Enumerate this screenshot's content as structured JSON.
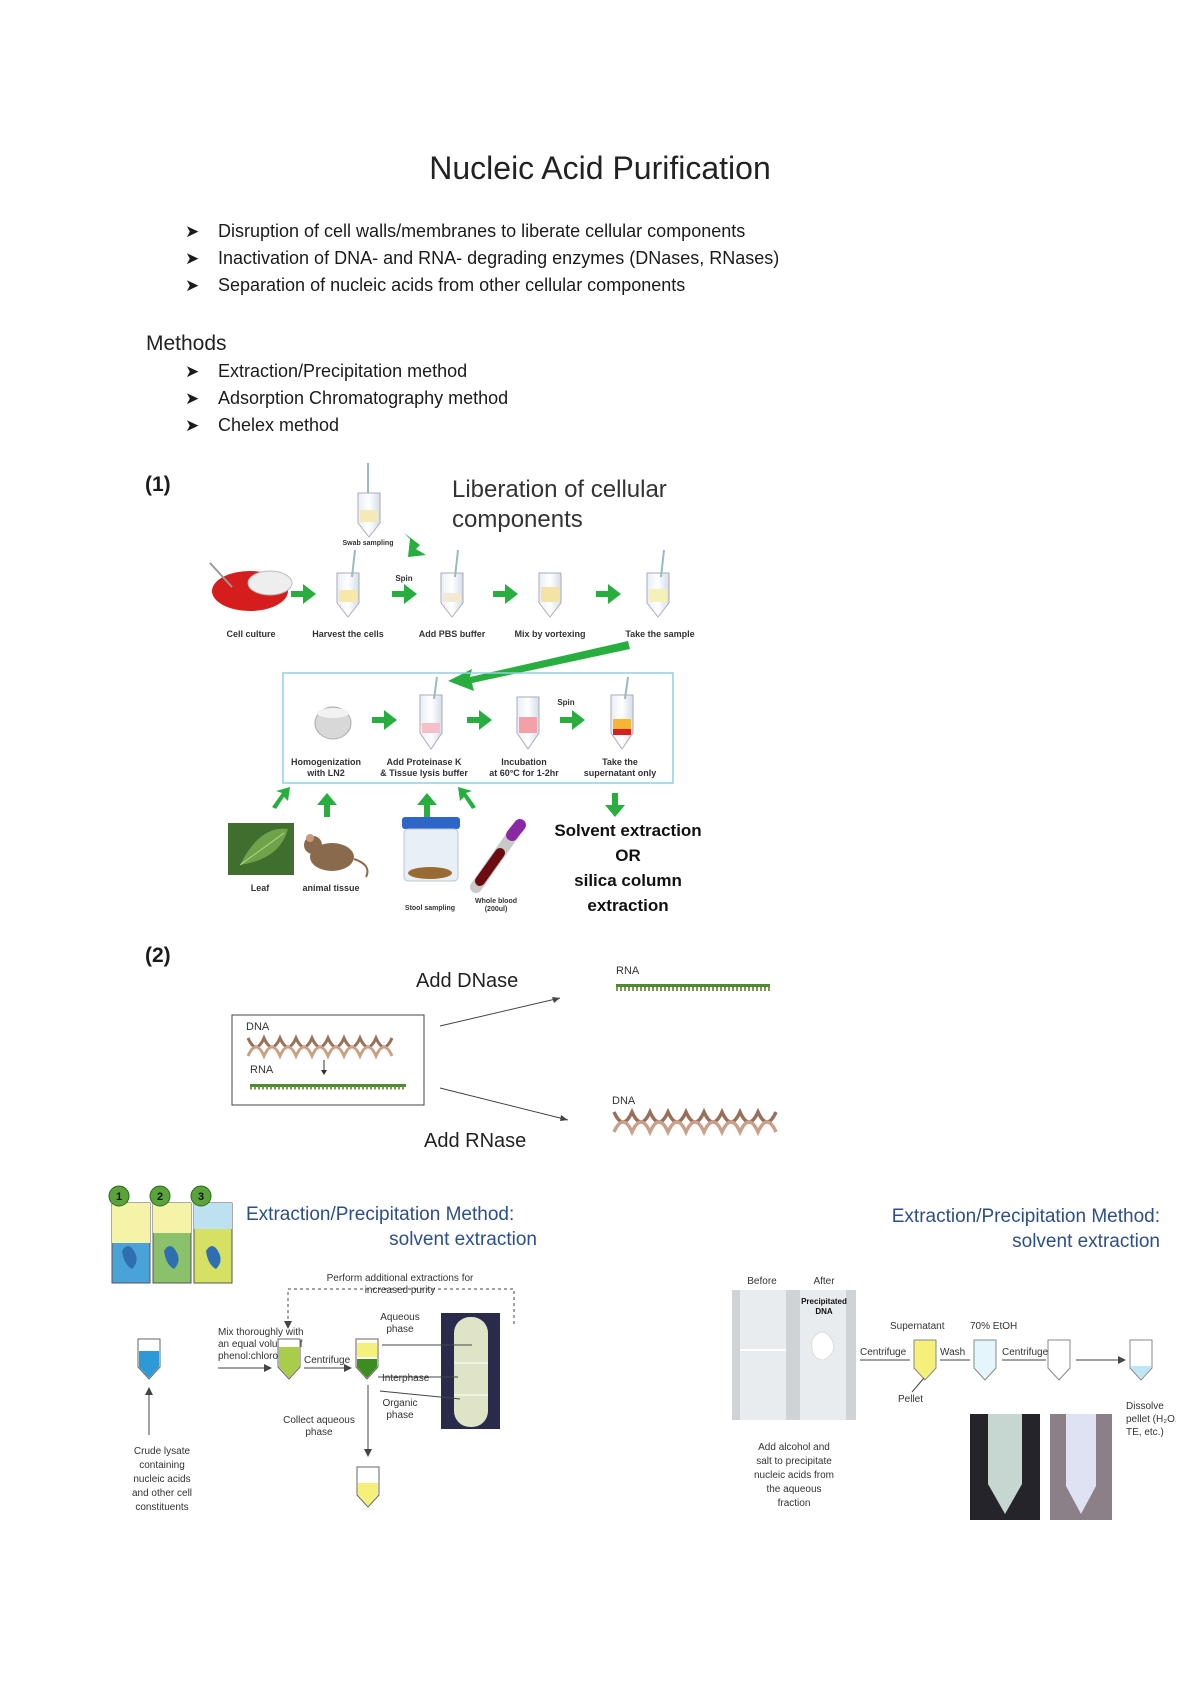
{
  "title": "Nucleic Acid Purification",
  "goals": [
    "Disruption of cell walls/membranes to liberate cellular components",
    "Inactivation of DNA- and RNA- degrading enzymes (DNases, RNases)",
    "Separation of nucleic acids from other cellular components"
  ],
  "methods_heading": "Methods",
  "methods": [
    "Extraction/Precipitation method",
    "Adsorption Chromatography method",
    "Chelex method"
  ],
  "bullet_glyph": "➤",
  "panel1": {
    "label": "(1)",
    "heading_line1": "Liberation of cellular",
    "heading_line2": "components",
    "swab": "Swab sampling",
    "spin": "Spin",
    "row1": [
      "Cell culture",
      "Harvest the cells",
      "Add PBS buffer",
      "Mix by vortexing",
      "Take the sample"
    ],
    "row2": [
      "Homogenization\nwith LN2",
      "Add Proteinase K\n& Tissue lysis buffer",
      "Incubation\nat 60°C for 1-2hr",
      "Take the\nsupernatant only"
    ],
    "sources": [
      "Leaf",
      "animal tissue",
      "Stool sampling",
      "Whole blood\n(200ul)"
    ],
    "outcome": [
      "Solvent extraction",
      "OR",
      "silica column",
      "extraction"
    ]
  },
  "panel2": {
    "label": "(2)",
    "add_dnase": "Add DNase",
    "add_rnase": "Add RNase",
    "dna": "DNA",
    "rna": "RNA"
  },
  "left_figure": {
    "title_line1": "Extraction/Precipitation Method:",
    "title_line2": "solvent extraction",
    "steps": [
      "1",
      "2",
      "3"
    ],
    "additional": "Perform additional extractions for\nincreased purity",
    "mix": "Mix thoroughly with\nan equal volume of\nphenol:chloroform",
    "centrifuge": "Centrifuge",
    "aqueous": "Aqueous\nphase",
    "interphase": "Interphase",
    "organic": "Organic\nphase",
    "collect": "Collect aqueous\nphase",
    "crude": "Crude lysate\ncontaining\nnucleic acids\nand other cell\nconstituents"
  },
  "right_figure": {
    "title_line1": "Extraction/Precipitation Method:",
    "title_line2": "solvent extraction",
    "before": "Before",
    "after": "After",
    "precipitated": "Precipitated\nDNA",
    "centrifuge": "Centrifuge",
    "supernatant": "Supernatant",
    "etoh": "70% EtOH",
    "wash": "Wash",
    "pellet": "Pellet",
    "dissolve": "Dissolve\npellet (H₂O,\nTE, etc.)",
    "alcohol": "Add alcohol and\nsalt to precipitate\nnucleic acids from\nthe aqueous\nfraction"
  },
  "colors": {
    "arrow_green": "#27ae3e",
    "title_blue": "#2c4f8a",
    "dna_brown": "#9a6f5a"
  }
}
